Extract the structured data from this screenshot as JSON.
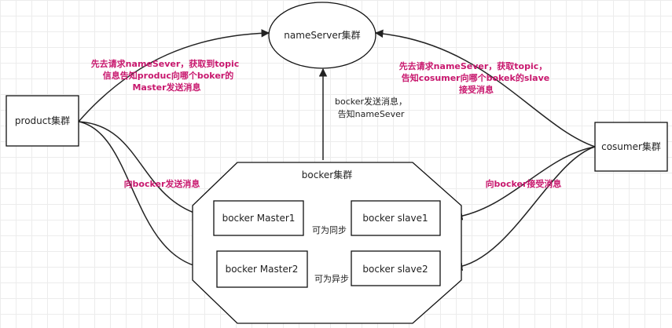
{
  "nodes": {
    "nameserver": "nameServer集群",
    "product": "product集群",
    "cosumer": "cosumer集群",
    "bocker_cluster": "bocker集群",
    "master1": "bocker Master1",
    "master2": "bocker Master2",
    "slave1": "bocker slave1",
    "slave2": "bocker slave2"
  },
  "labels": {
    "product_request": [
      "先去请求nameSever，获取到topic",
      "信息告知produc向哪个boker的",
      "Master发送消息"
    ],
    "cosumer_request": [
      "先去请求nameSever，获取topic，",
      "告知cosumer向哪个bokek的slave",
      "接受消息"
    ],
    "bocker_notify": [
      "bocker发送消息，",
      "告知nameSever"
    ],
    "product_send": "向bocker发送消息",
    "cosumer_receive": "向bocker接受消息",
    "sync": "可为同步",
    "async": "可为异步"
  },
  "colors": {
    "note": "#c8186e",
    "line": "#222222"
  }
}
